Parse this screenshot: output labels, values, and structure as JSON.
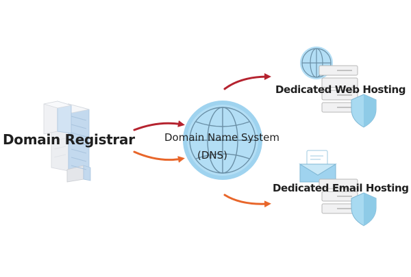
{
  "diagram": {
    "registrar": {
      "label": "Domain Registrar"
    },
    "dns": {
      "line1": "Domain Name System",
      "line2": "(DNS)"
    },
    "web_hosting": {
      "label": "Dedicated Web Hosting"
    },
    "email_hosting": {
      "label": "Dedicated Email Hosting"
    }
  },
  "colors": {
    "arrow_red": "#b5232f",
    "arrow_orange": "#e8662a",
    "globe_light": "#b3def5",
    "globe_mid": "#9fd3ef",
    "globe_line": "#6a8fa6",
    "server": "#f1f1f2",
    "server_line": "#b7b7b7",
    "shield": "#a8daf1",
    "building_blue": "#c3d9ee",
    "building_grey": "#eceef1"
  }
}
